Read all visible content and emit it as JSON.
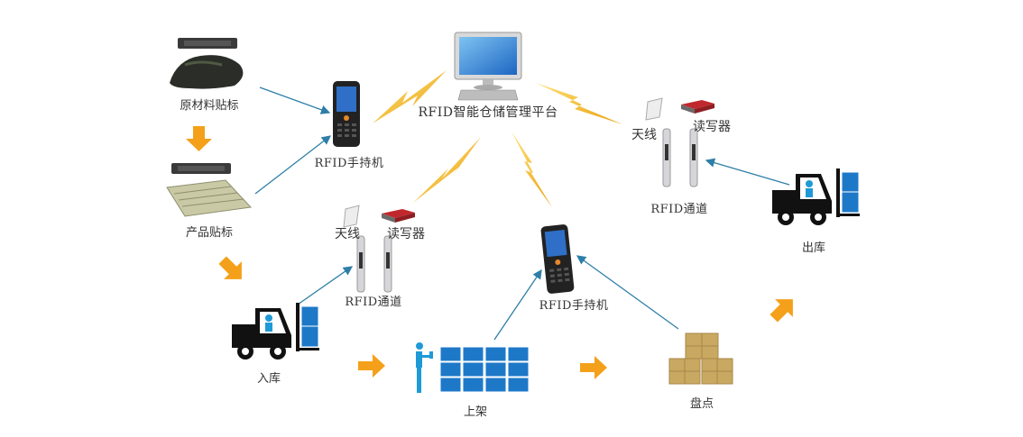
{
  "title": "RFID智能仓储管理平台",
  "colors": {
    "flow_arrow": "#F5A01A",
    "link_line": "#2E7FA8",
    "lightning": "#F2B21C",
    "box_blue": "#1E78C8",
    "person_blue": "#1E9AD6"
  },
  "nodes": {
    "platform": {
      "label": "RFID智能仓储管理平台",
      "icon": "desktop-computer-icon"
    },
    "raw_material_tag": {
      "label": "原材料贴标",
      "icon": "raw-material-tag-icon"
    },
    "product_tag": {
      "label": "产品贴标",
      "icon": "product-tag-icon"
    },
    "handheld_top": {
      "label": "RFID手持机",
      "icon": "rfid-handheld-icon"
    },
    "handheld_bottom": {
      "label": "RFID手持机",
      "icon": "rfid-handheld-icon"
    },
    "channel_left": {
      "label": "RFID通道",
      "antenna_label": "天线",
      "reader_label": "读写器"
    },
    "channel_right": {
      "label": "RFID通道",
      "antenna_label": "天线",
      "reader_label": "读写器"
    },
    "inbound": {
      "label": "入库",
      "icon": "forklift-icon"
    },
    "shelving": {
      "label": "上架",
      "icon": "shelf-boxes-icon"
    },
    "inventory": {
      "label": "盘点",
      "icon": "cardboard-boxes-icon"
    },
    "outbound": {
      "label": "出库",
      "icon": "forklift-icon"
    }
  }
}
